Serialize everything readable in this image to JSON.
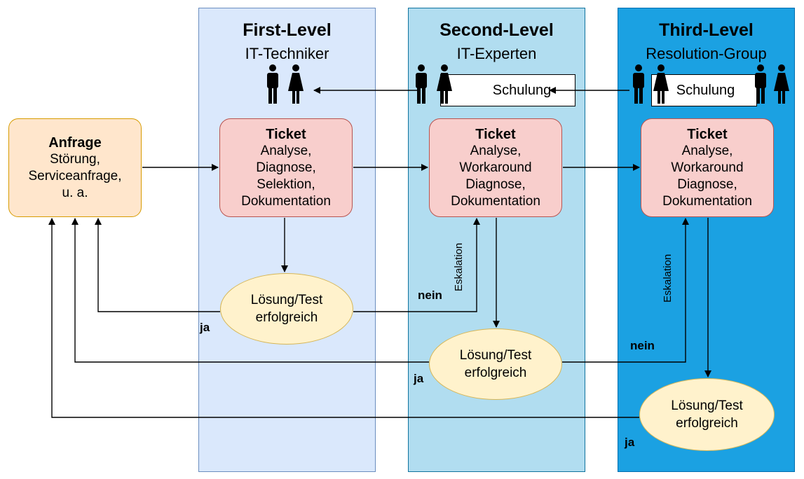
{
  "lanes": [
    {
      "title": "First-Level",
      "subtitle": "IT-Techniker"
    },
    {
      "title": "Second-Level",
      "subtitle": "IT-Experten"
    },
    {
      "title": "Third-Level",
      "subtitle": "Resolution-Group"
    }
  ],
  "anfrage": {
    "title": "Anfrage",
    "lines": [
      "Störung,",
      "Serviceanfrage,",
      "u. a."
    ]
  },
  "tickets": [
    {
      "title": "Ticket",
      "lines": [
        "Analyse,",
        "Diagnose,",
        "Selektion,",
        "Dokumentation"
      ]
    },
    {
      "title": "Ticket",
      "lines": [
        "Analyse,",
        "Workaround",
        "Diagnose,",
        "Dokumentation"
      ]
    },
    {
      "title": "Ticket",
      "lines": [
        "Analyse,",
        "Workaround",
        "Diagnose,",
        "Dokumentation"
      ]
    }
  ],
  "solutions": [
    {
      "lines": [
        "Lösung/Test",
        "erfolgreich"
      ]
    },
    {
      "lines": [
        "Lösung/Test",
        "erfolgreich"
      ]
    },
    {
      "lines": [
        "Lösung/Test",
        "erfolgreich"
      ]
    }
  ],
  "schulung": [
    "Schulung",
    "Schulung"
  ],
  "edge_labels": {
    "ja": "ja",
    "nein": "nein",
    "eskalation": "Eskalation"
  },
  "colors": {
    "lane1": "#dae8fc",
    "lane2": "#b1ddf0",
    "lane3": "#1ba1e2",
    "anfrage": "#ffe6cc",
    "ticket": "#f8cecc",
    "solution": "#fff2cc"
  },
  "icons": [
    "man-icon",
    "woman-icon"
  ]
}
